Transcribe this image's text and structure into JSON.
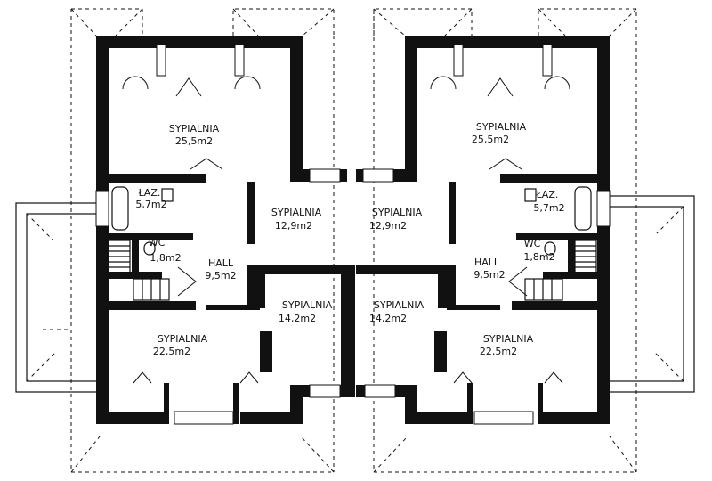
{
  "units": {
    "left": {
      "bedroom_top": {
        "name": "SYPIALNIA",
        "area": "25,5m2"
      },
      "bedroom_mid": {
        "name": "SYPIALNIA",
        "area": "12,9m2"
      },
      "bedroom_low": {
        "name": "SYPIALNIA",
        "area": "14,2m2"
      },
      "bedroom_bottom": {
        "name": "SYPIALNIA",
        "area": "22,5m2"
      },
      "bath": {
        "name": "ŁAZ.",
        "area": "5,7m2"
      },
      "wc": {
        "name": "WC",
        "area": "1,8m2"
      },
      "hall": {
        "name": "HALL",
        "area": "9,5m2"
      }
    },
    "right": {
      "bedroom_top": {
        "name": "SYPIALNIA",
        "area": "25,5m2"
      },
      "bedroom_mid": {
        "name": "SYPIALNIA",
        "area": "12,9m2"
      },
      "bedroom_low": {
        "name": "SYPIALNIA",
        "area": "14,2m2"
      },
      "bedroom_bottom": {
        "name": "SYPIALNIA",
        "area": "22,5m2"
      },
      "bath": {
        "name": "ŁAZ.",
        "area": "5,7m2"
      },
      "wc": {
        "name": "WC",
        "area": "1,8m2"
      },
      "hall": {
        "name": "HALL",
        "area": "9,5m2"
      }
    }
  }
}
